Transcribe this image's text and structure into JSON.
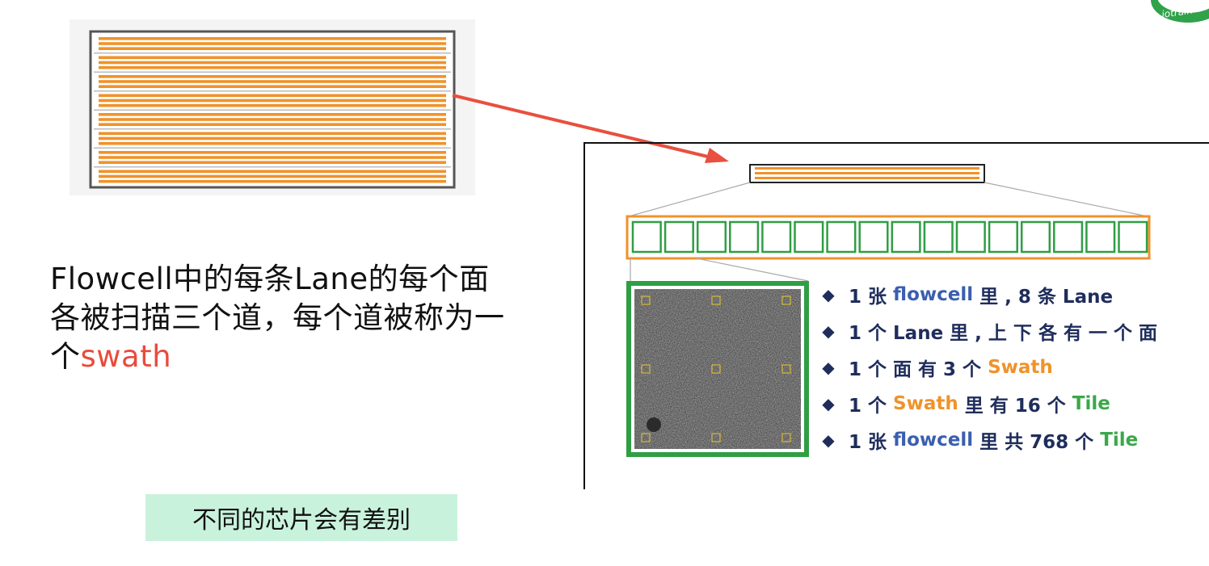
{
  "left_text": {
    "prefix": "Flowcell中的每条Lane的每个面各被扫描三个道，每个道被称为一个",
    "highlight": "swath"
  },
  "note": "不同的芯片会有差别",
  "bullets": [
    {
      "parts": [
        {
          "t": "1 张 ",
          "c": ""
        },
        {
          "t": "flowcell",
          "c": "blue"
        },
        {
          "t": " 里 , 8 条 Lane",
          "c": ""
        }
      ]
    },
    {
      "parts": [
        {
          "t": "1 个 Lane 里 , 上 下 各 有 一 个 面",
          "c": ""
        }
      ]
    },
    {
      "parts": [
        {
          "t": "1 个 面 有 3 个 ",
          "c": ""
        },
        {
          "t": "Swath",
          "c": "orange"
        }
      ]
    },
    {
      "parts": [
        {
          "t": "1 个 ",
          "c": ""
        },
        {
          "t": "Swath",
          "c": "orange"
        },
        {
          "t": " 里 有 16 个 ",
          "c": ""
        },
        {
          "t": "Tile",
          "c": "green"
        }
      ]
    },
    {
      "parts": [
        {
          "t": "1 张 ",
          "c": ""
        },
        {
          "t": "flowcell",
          "c": "blue"
        },
        {
          "t": " 里 共 768 个 ",
          "c": ""
        },
        {
          "t": "Tile",
          "c": "green"
        }
      ]
    }
  ],
  "bullet_marker": "◆",
  "logo_text": "iotrain",
  "colors": {
    "lane_orange": "#f0922a",
    "tile_green": "#2f9e44",
    "arrow_red": "#e8503f",
    "highlight_red": "#e94b3c",
    "note_bg": "#c9f2dc",
    "text_navy": "#1f2d5c"
  }
}
